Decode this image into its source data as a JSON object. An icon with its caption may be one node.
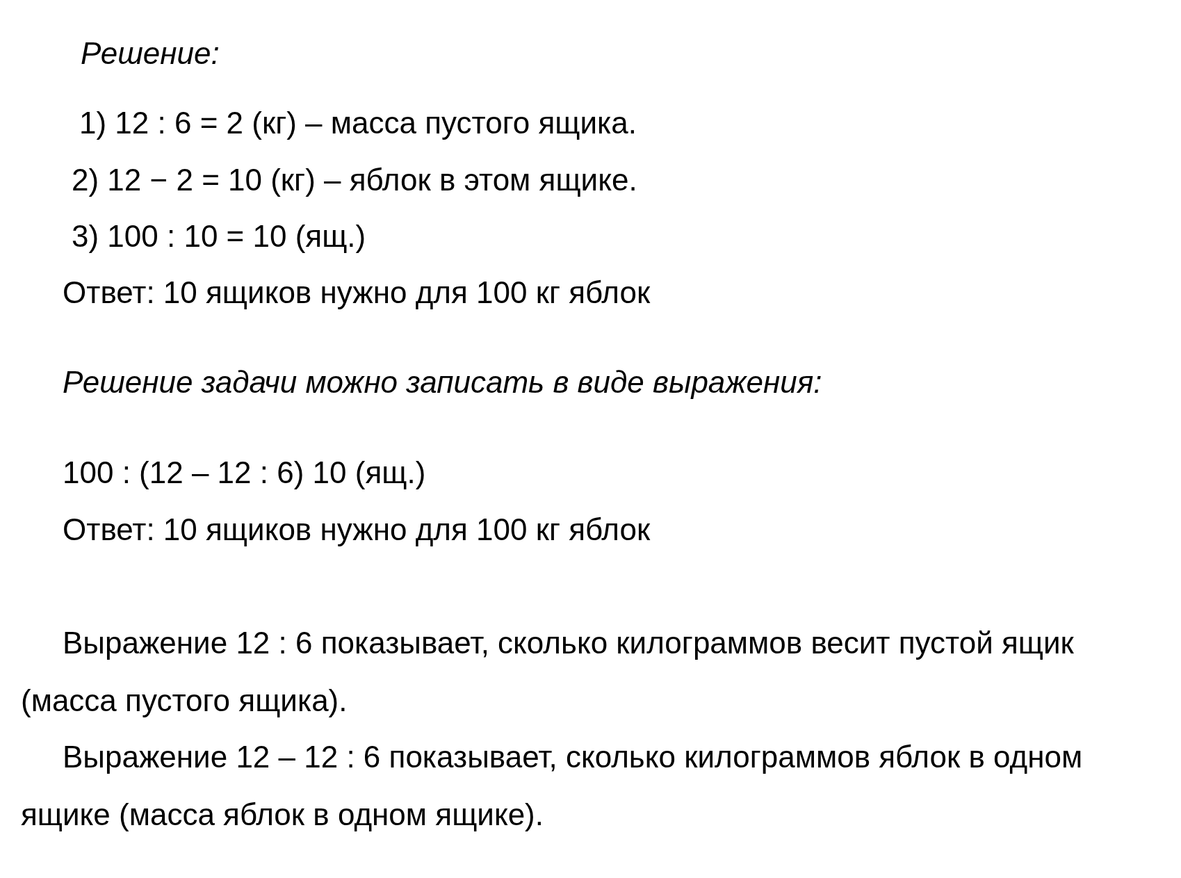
{
  "diagram": {
    "labels": [
      "Решение:",
      "1) 12 : 6 = 2 (кг) – масса пустого ящика.",
      "2) 12 − 2 = 10 (кг) – яблок в этом ящике.",
      "3) 100 : 10 = 10 (ящ.)",
      "Ответ: 10 ящиков нужно для 100 кг яблок",
      "Решение задачи можно записать в виде выражения:",
      "100 : (12 – 12 : 6) 10 (ящ.)",
      "Ответ: 10 ящиков нужно для 100 кг яблок",
      "Выражение 12 : 6 показывает, сколько килограммов весит пустой ящик (масса пустого ящика).",
      "Выражение 12 – 12 : 6 показывает, сколько килограммов яблок в одном ящике (масса яблок в одном ящике)."
    ]
  }
}
